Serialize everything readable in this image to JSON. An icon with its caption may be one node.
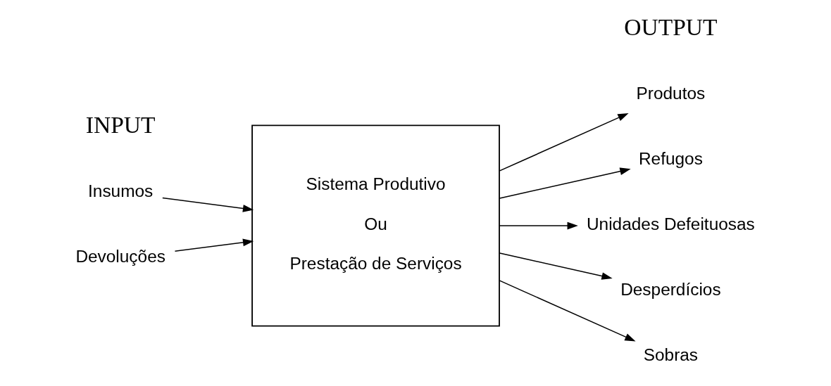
{
  "diagram": {
    "nodes": [
      {
        "text": [
          "Insumos"
        ]
      },
      {
        "text": [
          "Devoluções"
        ]
      },
      {
        "text": [
          "Sistema Produtivo",
          "Ou",
          "Prestação de Serviços"
        ]
      },
      {
        "text": [
          "Produtos"
        ]
      },
      {
        "text": [
          "Refugos"
        ]
      },
      {
        "text": [
          "Unidades Defeituosas"
        ]
      },
      {
        "text": [
          "Desperdícios"
        ]
      },
      {
        "text": [
          "Sobras"
        ]
      }
    ],
    "edges": [
      {
        "from": 0,
        "to": 2,
        "arrow": "to"
      },
      {
        "from": 1,
        "to": 2,
        "arrow": "to"
      },
      {
        "from": 2,
        "to": 3,
        "arrow": "to"
      },
      {
        "from": 2,
        "to": 4,
        "arrow": "to"
      },
      {
        "from": 2,
        "to": 5,
        "arrow": "to"
      },
      {
        "from": 2,
        "to": 6,
        "arrow": "to"
      },
      {
        "from": 2,
        "to": 7,
        "arrow": "to"
      }
    ],
    "labels": [
      "INPUT",
      "OUTPUT"
    ]
  }
}
